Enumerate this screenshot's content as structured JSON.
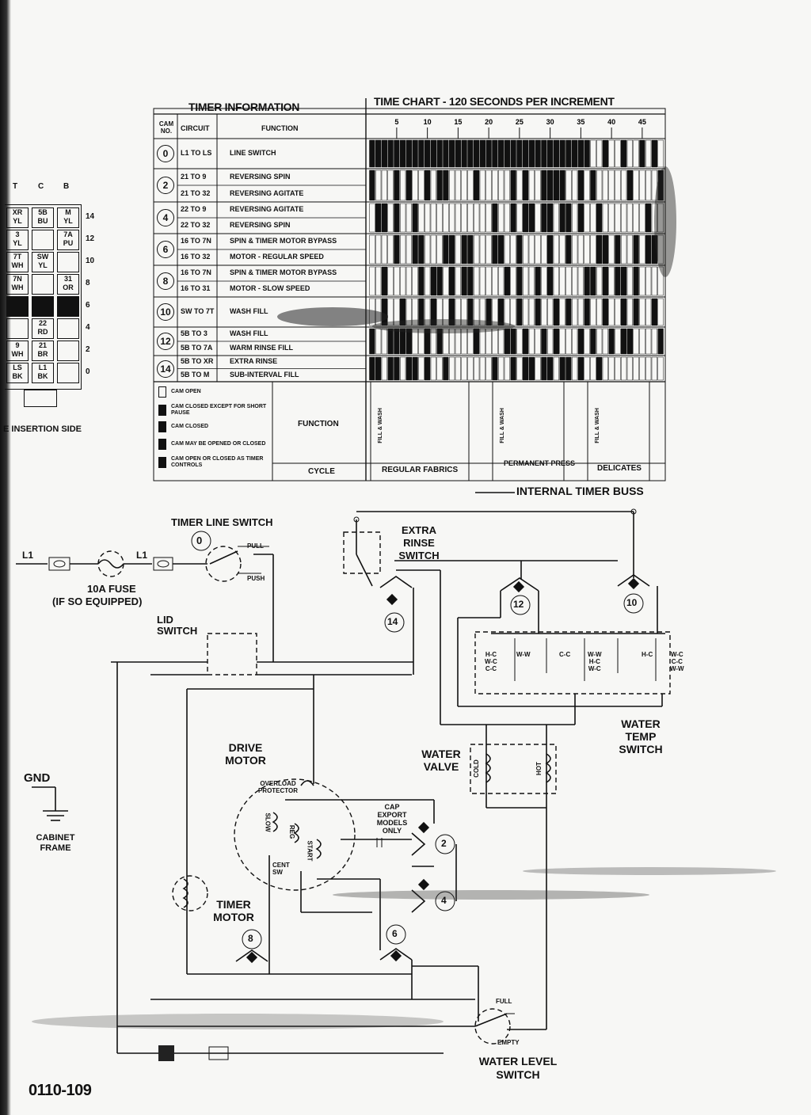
{
  "timer_info": {
    "title": "TIMER INFORMATION",
    "headers": {
      "cam_no": "CAM NO.",
      "circuit": "CIRCUIT",
      "function": "FUNCTION"
    },
    "rows": [
      {
        "cam": "0",
        "circuits": [
          {
            "circuit": "L1 TO LS",
            "function": "LINE SWITCH"
          }
        ]
      },
      {
        "cam": "2",
        "circuits": [
          {
            "circuit": "21 TO 9",
            "function": "REVERSING SPIN"
          },
          {
            "circuit": "21 TO 32",
            "function": "REVERSING AGITATE"
          }
        ]
      },
      {
        "cam": "4",
        "circuits": [
          {
            "circuit": "22 TO 9",
            "function": "REVERSING AGITATE"
          },
          {
            "circuit": "22 TO 32",
            "function": "REVERSING SPIN"
          }
        ]
      },
      {
        "cam": "6",
        "circuits": [
          {
            "circuit": "16 TO 7N",
            "function": "SPIN & TIMER MOTOR BYPASS"
          },
          {
            "circuit": "16 TO 32",
            "function": "MOTOR - REGULAR SPEED"
          }
        ]
      },
      {
        "cam": "8",
        "circuits": [
          {
            "circuit": "16 TO 7N",
            "function": "SPIN & TIMER MOTOR BYPASS"
          },
          {
            "circuit": "16 TO 31",
            "function": "MOTOR - SLOW SPEED"
          }
        ]
      },
      {
        "cam": "10",
        "circuits": [
          {
            "circuit": "SW TO 7T",
            "function": "WASH FILL"
          }
        ]
      },
      {
        "cam": "12",
        "circuits": [
          {
            "circuit": "5B TO 3",
            "function": "WASH FILL"
          },
          {
            "circuit": "5B TO 7A",
            "function": "WARM RINSE FILL"
          }
        ]
      },
      {
        "cam": "14",
        "circuits": [
          {
            "circuit": "5B TO XR",
            "function": "EXTRA RINSE"
          },
          {
            "circuit": "5B TO M",
            "function": "SUB-INTERVAL FILL"
          }
        ]
      }
    ]
  },
  "time_chart": {
    "title": "TIME CHART - 120 SECONDS PER INCREMENT",
    "ticks": [
      "5",
      "10",
      "15",
      "20",
      "25",
      "30",
      "35",
      "40",
      "45"
    ]
  },
  "legend": {
    "items": [
      "CAM OPEN",
      "CAM CLOSED EXCEPT FOR SHORT PAUSE",
      "CAM CLOSED",
      "CAM MAY BE OPENED OR CLOSED",
      "CAM OPEN OR CLOSED AS TIMER CONTROLS"
    ],
    "function_label": "FUNCTION",
    "cycle_label": "CYCLE",
    "cycles": [
      "REGULAR FABRICS",
      "PERMANENT PRESS",
      "DELICATES"
    ],
    "phase_labels": [
      "FILL & WASH",
      "FILL & WASH",
      "FILL & WASH"
    ]
  },
  "connector": {
    "header": [
      "T",
      "C",
      "B"
    ],
    "cells": [
      [
        "XR\nYL",
        "5B\nBU",
        "M\nYL"
      ],
      [
        "3\nYL",
        "",
        "7A\nPU"
      ],
      [
        "7T\nWH",
        "SW\nYL",
        ""
      ],
      [
        "7N\nWH",
        "",
        "31\nOR"
      ],
      [
        "",
        "",
        ""
      ],
      [
        "",
        "22\nRD",
        ""
      ],
      [
        "9\nWH",
        "21\nBR",
        ""
      ],
      [
        "LS\nBK",
        "L1\nBK",
        ""
      ]
    ],
    "row_numbers": [
      "14",
      "12",
      "10",
      "8",
      "6",
      "4",
      "2",
      "0"
    ],
    "caption": "E INSERTION SIDE"
  },
  "schematic": {
    "internal_timer_buss": "INTERNAL TIMER BUSS",
    "timer_line_switch": "TIMER LINE SWITCH",
    "extra_rinse_switch": "EXTRA RINSE SWITCH",
    "lid_switch": "LID SWITCH",
    "drive_motor": "DRIVE MOTOR",
    "overload_protector": "OVERLOAD PROTECTOR",
    "cap_note": "CAP EXPORT MODELS ONLY",
    "water_valve": "WATER VALVE",
    "water_temp_switch": "WATER TEMP SWITCH",
    "timer_motor": "TIMER MOTOR",
    "water_level_switch": "WATER LEVEL SWITCH",
    "fuse": "10A FUSE",
    "fuse_note": "(IF SO EQUIPPED)",
    "gnd": "GND",
    "cabinet_frame": "CABINET FRAME",
    "l1": "L1",
    "pull": "PULL",
    "push": "PUSH",
    "full": "FULL",
    "empty": "EMPTY",
    "slow": "SLOW",
    "reg": "REG",
    "start": "START",
    "cent_sw": "CENT SW",
    "cold": "COLD",
    "hot": "HOT",
    "temp_positions": [
      "H-C\nW-C\nC-C",
      "W-W",
      "C-C",
      "W-W\nH-C\nW-C",
      "H-C",
      "W-C\nC-C\nW-W"
    ],
    "wire_colors": [
      "BK",
      "WH",
      "YL",
      "PU",
      "OR",
      "BR",
      "RD",
      "BU"
    ],
    "cams": [
      "0",
      "2",
      "4",
      "6",
      "8",
      "10",
      "12",
      "14"
    ],
    "part_number": "0110-109"
  }
}
